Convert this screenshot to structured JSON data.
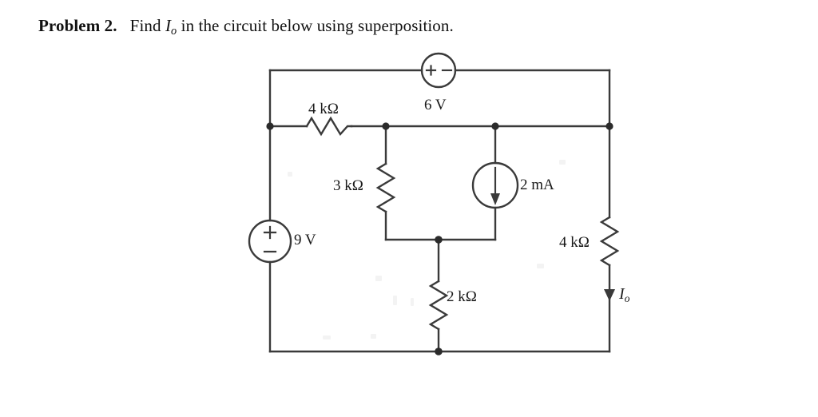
{
  "heading": {
    "label": "Problem 2.",
    "text": "Find",
    "variable": "I",
    "variable_sub": "o",
    "text_tail": "in the circuit below using superposition."
  },
  "circuit": {
    "type": "schematic",
    "analysis_method": "superposition",
    "unknown": "Io",
    "components": [
      {
        "id": "v-source-6v",
        "kind": "voltage-source",
        "label": "6 V",
        "value": 6,
        "unit": "V",
        "orientation": "horizontal",
        "polarity_left": "+",
        "polarity_right": "−",
        "position": "top-branch"
      },
      {
        "id": "resistor-4k-top",
        "kind": "resistor",
        "label": "4 kΩ",
        "value": 4,
        "unit": "kΩ",
        "orientation": "horizontal",
        "position": "upper-left-branch"
      },
      {
        "id": "resistor-3k",
        "kind": "resistor",
        "label": "3 kΩ",
        "value": 3,
        "unit": "kΩ",
        "orientation": "vertical",
        "position": "middle-left-branch"
      },
      {
        "id": "i-source-2ma",
        "kind": "current-source",
        "label": "2 mA",
        "value": 2,
        "unit": "mA",
        "orientation": "vertical",
        "arrow_direction": "down",
        "position": "middle-right-branch"
      },
      {
        "id": "v-source-9v",
        "kind": "voltage-source",
        "label": "9 V",
        "value": 9,
        "unit": "V",
        "orientation": "vertical",
        "polarity_top": "+",
        "polarity_bottom": "−",
        "position": "left-rail"
      },
      {
        "id": "resistor-4k-right",
        "kind": "resistor",
        "label": "4 kΩ",
        "value": 4,
        "unit": "kΩ",
        "orientation": "vertical",
        "position": "right-rail"
      },
      {
        "id": "resistor-2k",
        "kind": "resistor",
        "label": "2 kΩ",
        "value": 2,
        "unit": "kΩ",
        "orientation": "vertical",
        "position": "center-bottom-branch"
      },
      {
        "id": "current-io",
        "kind": "current-label",
        "label_variable": "I",
        "label_sub": "o",
        "arrow_direction": "down",
        "position": "right-rail-below-4k"
      }
    ],
    "colors": {
      "wire": "#3a3a3a",
      "node": "#2b2b2b",
      "text": "#1a1a1a",
      "background": "#ffffff"
    }
  }
}
